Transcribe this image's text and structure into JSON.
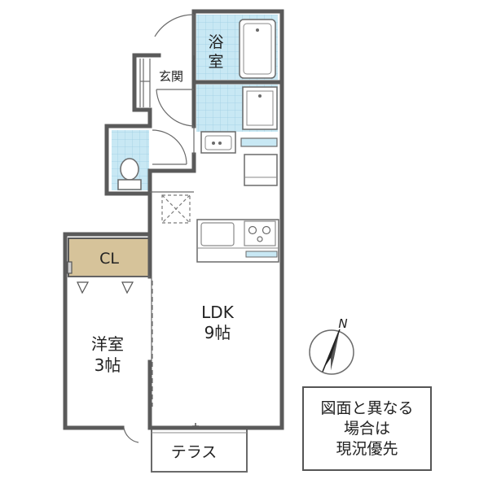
{
  "rooms": {
    "bath": {
      "line1": "浴",
      "line2": "室"
    },
    "entrance": "玄関",
    "closet": "CL",
    "ldk": {
      "name": "LDK",
      "size": "9帖"
    },
    "western_room": {
      "name": "洋室",
      "size": "3帖"
    },
    "terrace": "テラス"
  },
  "compass": {
    "north": "N"
  },
  "notice": {
    "line1": "図面と異なる",
    "line2": "場合は",
    "line3": "現況優先"
  },
  "colors": {
    "wall": "#5a5a5a",
    "tile": "#c8e8f4",
    "closet": "#d6c39a",
    "fixture": "#ffffff"
  }
}
